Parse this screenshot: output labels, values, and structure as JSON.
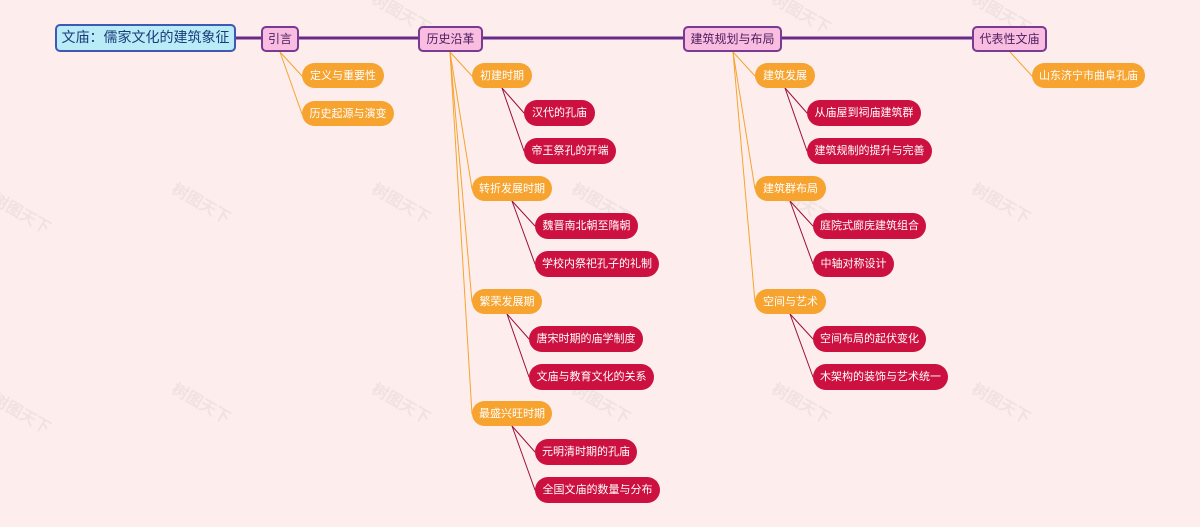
{
  "root": {
    "label": "文庙：儒家文化的建筑象征"
  },
  "topics": [
    {
      "label": "引言"
    },
    {
      "label": "历史沿革"
    },
    {
      "label": "建筑规划与布局"
    },
    {
      "label": "代表性文庙"
    }
  ],
  "intro": {
    "items": [
      {
        "label": "定义与重要性"
      },
      {
        "label": "历史起源与演变"
      }
    ]
  },
  "history": {
    "stages": [
      {
        "label": "初建时期",
        "items": [
          {
            "label": "汉代的孔庙"
          },
          {
            "label": "帝王祭孔的开端"
          }
        ]
      },
      {
        "label": "转折发展时期",
        "items": [
          {
            "label": "魏晋南北朝至隋朝"
          },
          {
            "label": "学校内祭祀孔子的礼制"
          }
        ]
      },
      {
        "label": "繁荣发展期",
        "items": [
          {
            "label": "唐宋时期的庙学制度"
          },
          {
            "label": "文庙与教育文化的关系"
          }
        ]
      },
      {
        "label": "最盛兴旺时期",
        "items": [
          {
            "label": "元明清时期的孔庙"
          },
          {
            "label": "全国文庙的数量与分布"
          }
        ]
      }
    ]
  },
  "planning": {
    "sections": [
      {
        "label": "建筑发展",
        "items": [
          {
            "label": "从庙屋到祠庙建筑群"
          },
          {
            "label": "建筑规制的提升与完善"
          }
        ]
      },
      {
        "label": "建筑群布局",
        "items": [
          {
            "label": "庭院式廊庑建筑组合"
          },
          {
            "label": "中轴对称设计"
          }
        ]
      },
      {
        "label": "空间与艺术",
        "items": [
          {
            "label": "空间布局的起伏变化"
          },
          {
            "label": "木架构的装饰与艺术统一"
          }
        ]
      }
    ]
  },
  "representative": {
    "items": [
      {
        "label": "山东济宁市曲阜孔庙"
      }
    ]
  },
  "watermark": "树图天下",
  "colors": {
    "background": "#fdeeed",
    "main_line": "#6a2a8c",
    "root_fill": "#b9ecf7",
    "topic_fill": "#f8bde0",
    "sub_fill": "#f6a32f",
    "leaf_fill": "#cc1040",
    "sub_line": "#f6a32f",
    "leaf_line": "#9a1038"
  }
}
